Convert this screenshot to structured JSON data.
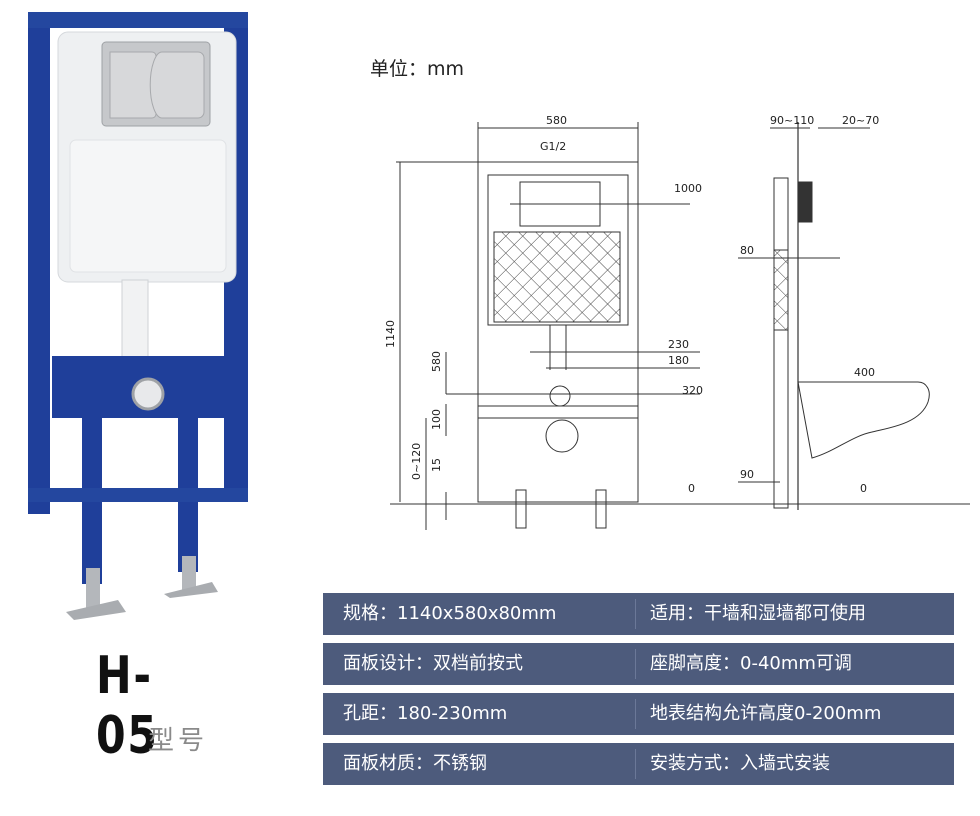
{
  "model": {
    "code": "H-05",
    "caption": "型号"
  },
  "drawing": {
    "unit_label": "单位：mm",
    "dims": {
      "width_580": "580",
      "g12": "G1/2",
      "h1000": "1000",
      "h1140": "1140",
      "d230": "230",
      "d180": "180",
      "h320": "320",
      "h580": "580",
      "h100": "100",
      "r0_120": "0~120",
      "h15": "15",
      "zero_front": "0",
      "r90_110": "90~110",
      "r20_70": "20~70",
      "d80": "80",
      "d400": "400",
      "d90": "90",
      "zero_side": "0"
    }
  },
  "specs": [
    {
      "left": "规格：1140x580x80mm",
      "right": "适用：干墙和湿墙都可使用"
    },
    {
      "left": "面板设计：双档前按式",
      "right": "座脚高度：0-40mm可调"
    },
    {
      "left": "孔距：180-230mm",
      "right": "地表结构允许高度0-200mm"
    },
    {
      "left": "面板材质：不锈钢",
      "right": "安装方式：入墙式安装"
    }
  ],
  "colors": {
    "frame_blue": "#1f3f9a",
    "spec_bar": "#4d5b7c",
    "tank_white": "#eef0f2"
  }
}
